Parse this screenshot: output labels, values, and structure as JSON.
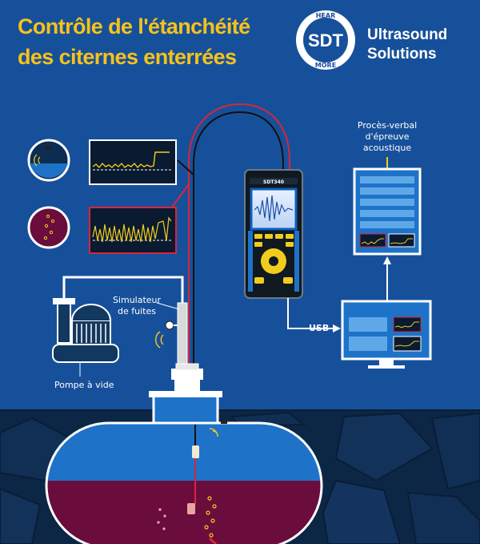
{
  "header": {
    "title_line1": "Contrôle de l'étanchéité",
    "title_line2": "des citernes enterrées"
  },
  "logo": {
    "arc_top": "HEAR",
    "mark": "SDT",
    "arc_bottom": "MORE",
    "brand_line1": "Ultrasound",
    "brand_line2": "Solutions"
  },
  "labels": {
    "report_line1": "Procès-verbal",
    "report_line2": "d'épreuve",
    "report_line3": "acoustique",
    "simulator_line1": "Simulateur",
    "simulator_line2": "de fuites",
    "pump": "Pompe à vide",
    "usb": "USB"
  },
  "device": {
    "model": "SDT340"
  },
  "colors": {
    "background": "#17509a",
    "title": "#f7c21b",
    "water": "#1e73c8",
    "liquid": "#6a0d3c",
    "ground": "#0b2545",
    "cable_red": "#d8253d",
    "cable_black": "#101010",
    "signal_yellow": "#f2cc1c"
  },
  "icons": [
    "ultrasound-detector-icon",
    "vacuum-pump-icon",
    "computer-monitor-icon",
    "report-document-icon",
    "arrow-up-icon",
    "arrow-right-icon"
  ]
}
